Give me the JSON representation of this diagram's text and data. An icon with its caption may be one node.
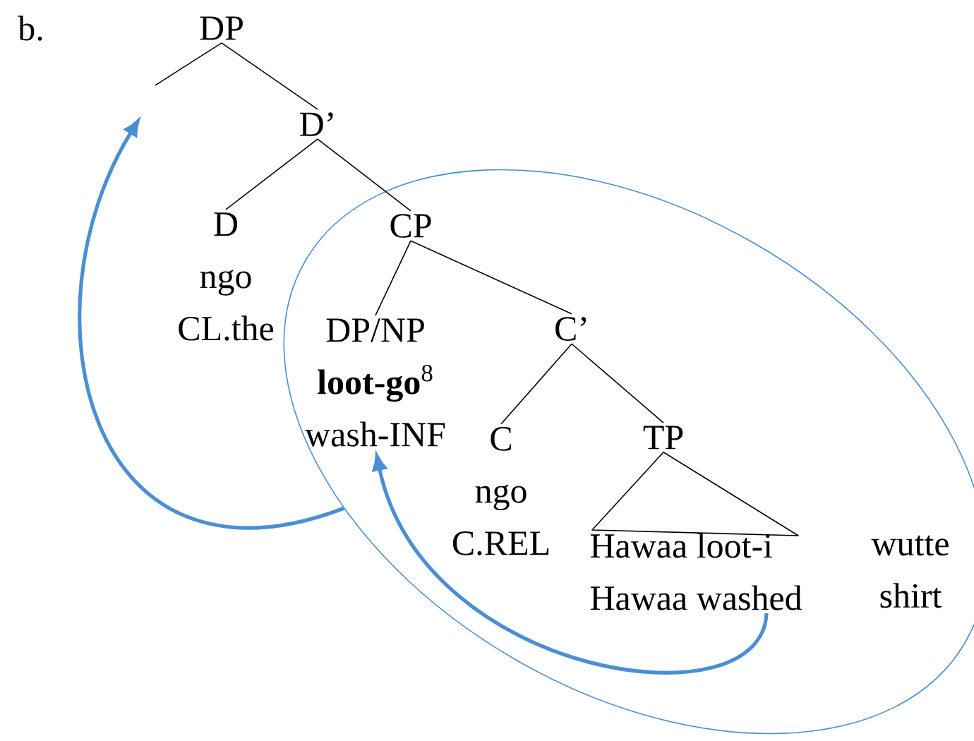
{
  "diagram": {
    "nodes": [
      {
        "text": [
          "DP"
        ]
      },
      {
        "text": [
          "D’"
        ]
      },
      {
        "text": [
          "D",
          "ngo",
          "CL.the"
        ]
      },
      {
        "text": [],
        "shape": "ellipse"
      },
      {
        "text": [
          "CP"
        ],
        "in": 3
      },
      {
        "text": [
          "DP/NP",
          "**loot-go**$^{8}$",
          "wash-INF"
        ],
        "in": 3
      },
      {
        "text": [
          "C’"
        ],
        "in": 3
      },
      {
        "text": [
          "C",
          "ngo",
          "C.REL"
        ],
        "in": 3
      },
      {
        "text": [
          "TP"
        ],
        "in": 3
      },
      {
        "text": [
          "Hawaa loot-i",
          "Hawaa washed"
        ],
        "in": 3
      },
      {
        "text": [
          "wutte",
          "shirt"
        ],
        "in": 3
      }
    ],
    "edges": [
      {
        "from": 0,
        "to": null,
        "arrow": "none"
      },
      {
        "from": 0,
        "to": 1,
        "arrow": "none"
      },
      {
        "from": 1,
        "to": 2,
        "arrow": "none"
      },
      {
        "from": 1,
        "to": 4,
        "arrow": "none"
      },
      {
        "from": 4,
        "to": 5,
        "arrow": "none"
      },
      {
        "from": 4,
        "to": 6,
        "arrow": "none"
      },
      {
        "from": 6,
        "to": 7,
        "arrow": "none"
      },
      {
        "from": 6,
        "to": 8,
        "arrow": "none"
      },
      {
        "from": 8,
        "to": 9,
        "arrow": "none"
      },
      {
        "from": 3,
        "to": null,
        "arrow": "to",
        "style": "thick",
        "color": "#4a8fd4"
      },
      {
        "from": 9,
        "to": 5,
        "arrow": "to",
        "style": "thick",
        "color": "#4a8fd4"
      }
    ],
    "labels": [
      "b."
    ]
  }
}
